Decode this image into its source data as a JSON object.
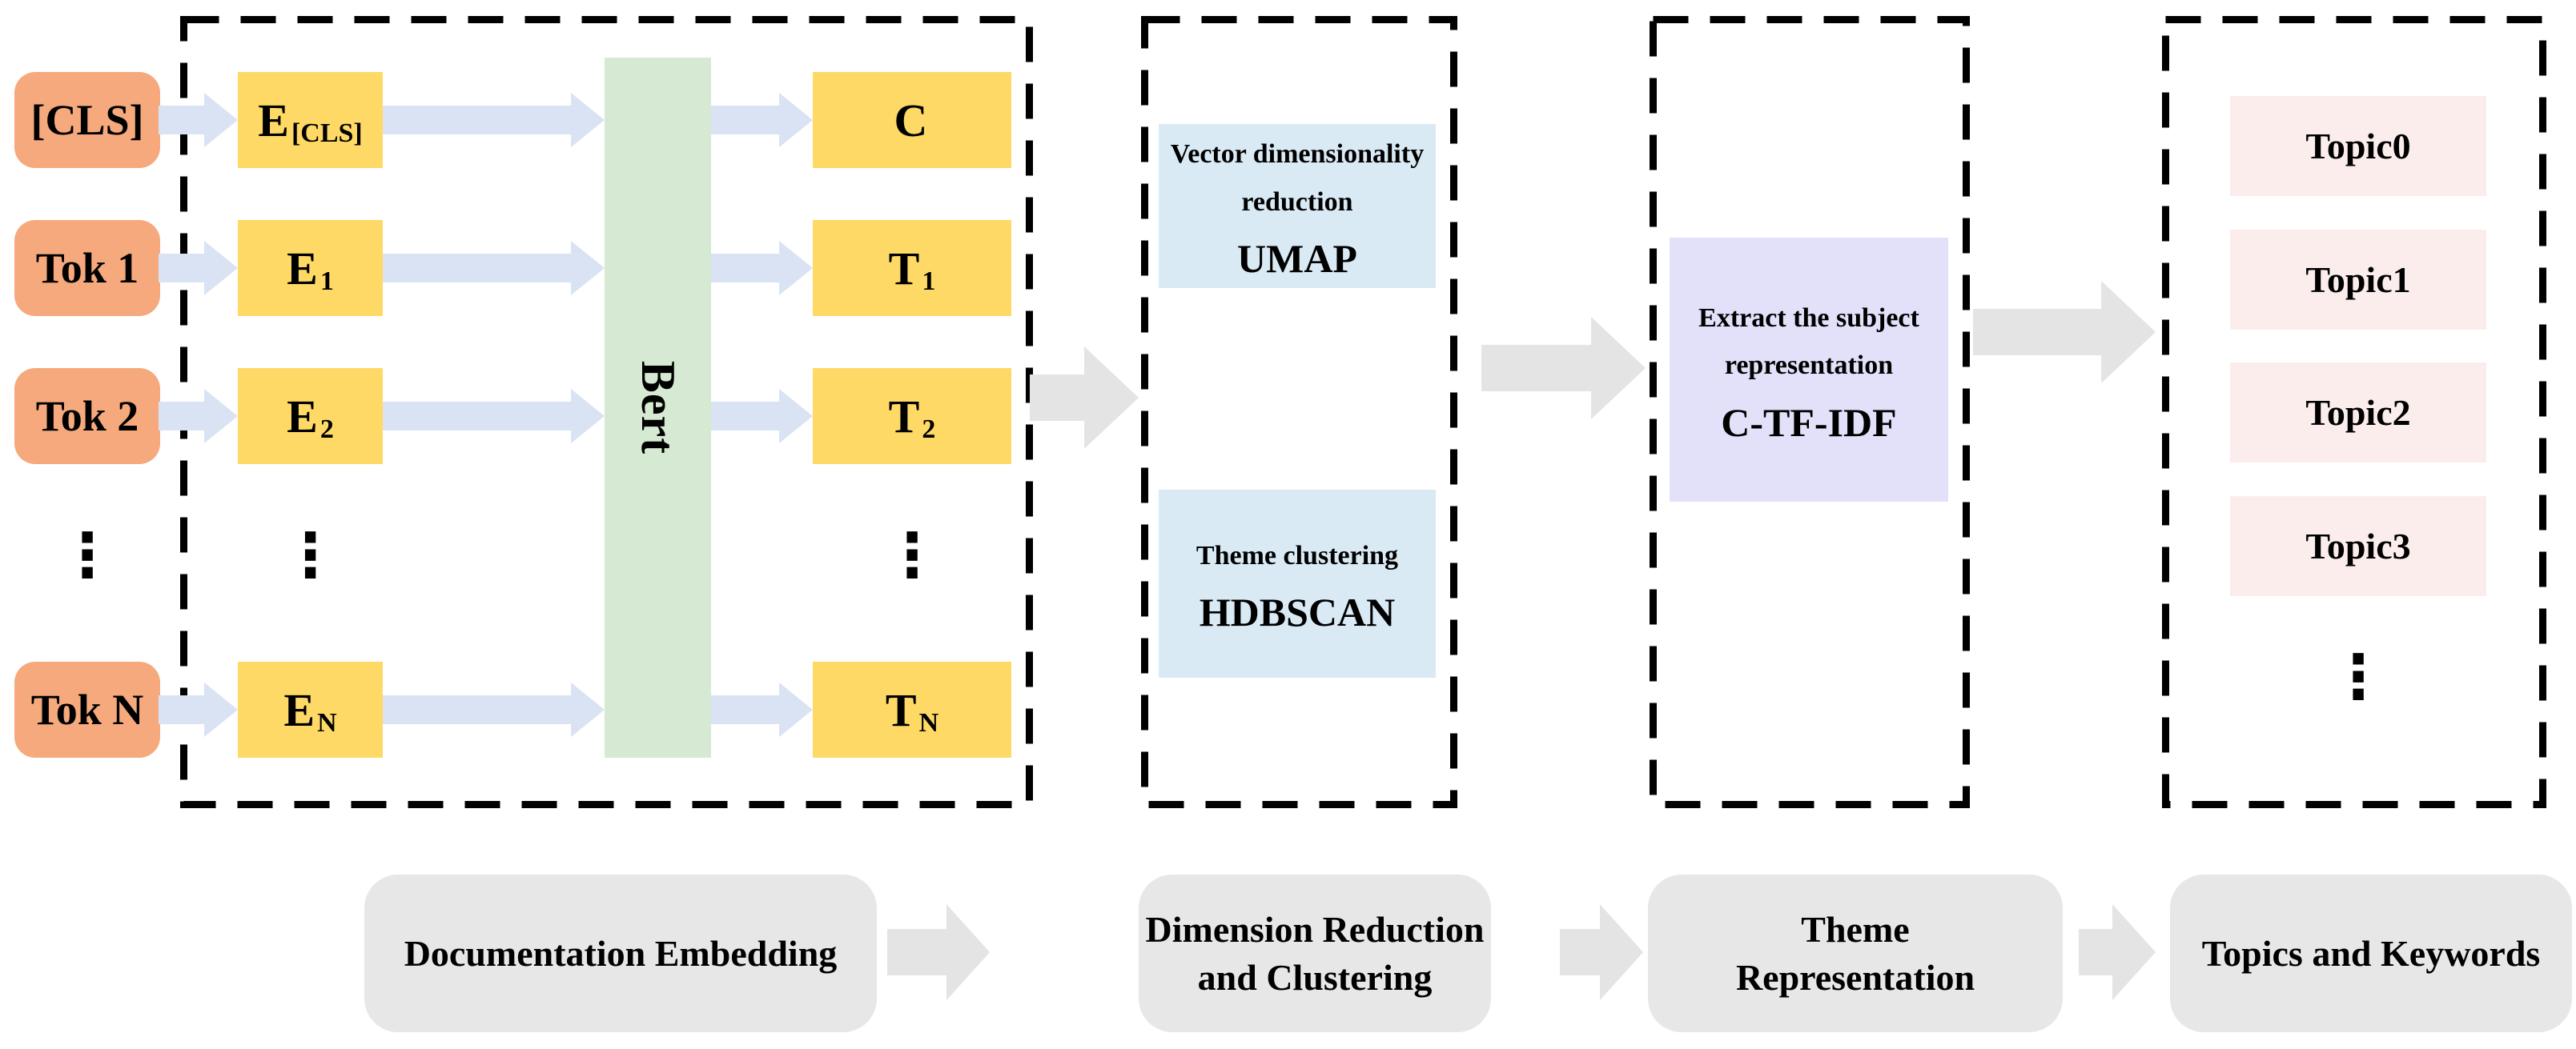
{
  "diagram": {
    "title_hint": "BERTopic topic modeling pipeline",
    "ellipsis": "⋮",
    "stage1": {
      "tokens": [
        {
          "label": "[CLS]"
        },
        {
          "label": "Tok 1"
        },
        {
          "label": "Tok 2"
        },
        {
          "label": "Tok N"
        }
      ],
      "embeddings": [
        {
          "main": "E",
          "sub": "[CLS]"
        },
        {
          "main": "E",
          "sub": "1"
        },
        {
          "main": "E",
          "sub": "2"
        },
        {
          "main": "E",
          "sub": "N"
        }
      ],
      "model_name": "Bert",
      "outputs": [
        {
          "main": "C",
          "sub": ""
        },
        {
          "main": "T",
          "sub": "1"
        },
        {
          "main": "T",
          "sub": "2"
        },
        {
          "main": "T",
          "sub": "N"
        }
      ]
    },
    "stage2": {
      "blocks": [
        {
          "caption": "Vector dimensionality\nreduction",
          "name": "UMAP"
        },
        {
          "caption": "Theme clustering",
          "name": "HDBSCAN"
        }
      ]
    },
    "stage3": {
      "caption": "Extract the subject\nrepresentation",
      "name": "C-TF-IDF"
    },
    "stage4": {
      "topics": [
        {
          "label": "Topic0"
        },
        {
          "label": "Topic1"
        },
        {
          "label": "Topic2"
        },
        {
          "label": "Topic3"
        }
      ]
    },
    "stage_labels": [
      {
        "label": "Documentation Embedding"
      },
      {
        "label": "Dimension Reduction\nand Clustering"
      },
      {
        "label": "Theme\nRepresentation"
      },
      {
        "label": "Topics and Keywords"
      }
    ],
    "colors": {
      "token_fill": "#F5A97C",
      "embedding_fill": "#FFD966",
      "model_fill": "#D6E9D2",
      "blue_arrow": "#DAE3F3",
      "reduction_fill": "#D9EAF5",
      "representation_fill": "#E2E1F9",
      "topic_fill": "#FCEDED",
      "stage_label_fill": "#E7E7E7",
      "gray_arrow": "#E4E4E4",
      "dashed_border": "#000000"
    }
  }
}
